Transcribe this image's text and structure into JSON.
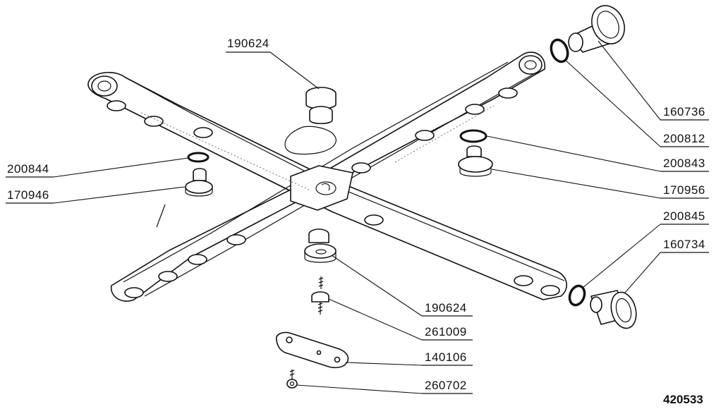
{
  "figure_number": "420533",
  "callouts": [
    {
      "id": "callout-190624-top",
      "label": "190624"
    },
    {
      "id": "callout-160736",
      "label": "160736"
    },
    {
      "id": "callout-200812",
      "label": "200812"
    },
    {
      "id": "callout-200843",
      "label": "200843"
    },
    {
      "id": "callout-170956",
      "label": "170956"
    },
    {
      "id": "callout-200844",
      "label": "200844"
    },
    {
      "id": "callout-170946",
      "label": "170946"
    },
    {
      "id": "callout-200845",
      "label": "200845"
    },
    {
      "id": "callout-160734",
      "label": "160734"
    },
    {
      "id": "callout-190624-bottom",
      "label": "190624"
    },
    {
      "id": "callout-261009",
      "label": "261009"
    },
    {
      "id": "callout-140106",
      "label": "140106"
    },
    {
      "id": "callout-260702",
      "label": "260702"
    }
  ]
}
